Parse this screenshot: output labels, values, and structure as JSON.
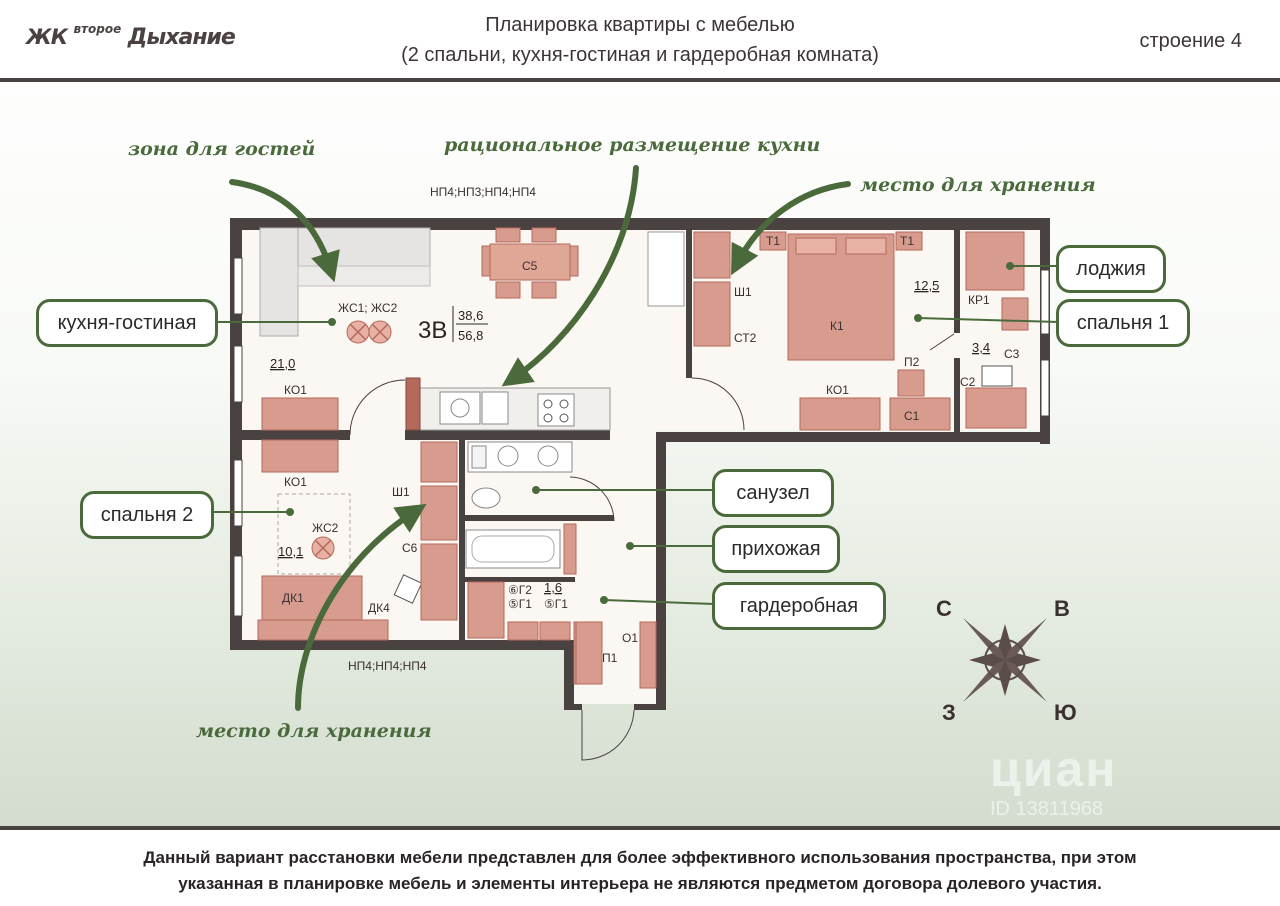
{
  "header": {
    "logo": {
      "part1": "ЖК",
      "part2": "второе",
      "part3": "Дыхание"
    },
    "title_line1": "Планировка квартиры с мебелью",
    "title_line2": "(2 спальни, кухня-гостиная и гардеробная комната)",
    "building": "строение 4"
  },
  "plan": {
    "type": "3В",
    "area_living": "38,6",
    "area_total": "56,8",
    "rooms": {
      "living": "21,0",
      "bedroom1": "12,5",
      "bedroom2": "10,1",
      "loggia": "3,4",
      "wardrobe": "1,6"
    },
    "tags": {
      "np_top": "НП4;НП3;НП4;НП4",
      "np_bottom": "НП4;НП4;НП4",
      "zhs1": "ЖС1; ЖС2",
      "zhs2": "ЖС2",
      "c5": "С5",
      "ko1a": "КО1",
      "ko1b": "КО1",
      "ko1c": "КО1",
      "dk1": "ДК1",
      "dk4": "ДК4",
      "sh1a": "Ш1",
      "sh1b": "Ш1",
      "c6": "С6",
      "st2": "СТ2",
      "t1a": "Т1",
      "t1b": "Т1",
      "k1": "К1",
      "p2": "П2",
      "c1": "С1",
      "kp1": "КР1",
      "c3": "С3",
      "c2": "С2",
      "p1": "П1",
      "o1": "О1",
      "g2": "⑥Г2",
      "g1a": "⑤Г1",
      "g1b": "⑤Г1"
    }
  },
  "labels": {
    "kitchen_living": "кухня-гостиная",
    "bedroom2": "спальня 2",
    "loggia": "лоджия",
    "bedroom1": "спальня 1",
    "bathroom": "санузел",
    "hallway": "прихожая",
    "wardrobe": "гардеробная"
  },
  "captions": {
    "guest_zone": "зона для гостей",
    "kitchen": "рациональное размещение кухни",
    "storage_top": "место для хранения",
    "storage_bottom": "место для хранения"
  },
  "compass": {
    "n": "С",
    "e": "В",
    "w": "З",
    "s": "Ю"
  },
  "watermark": {
    "brand": "циан",
    "id": "ID 13811968"
  },
  "footer": {
    "line1": "Данный вариант расстановки мебели представлен для более эффективного использования пространства, при этом",
    "line2": "указанная в планировке мебель и элементы интерьера не являются предметом договора долевого участия."
  },
  "colors": {
    "wall": "#4a4141",
    "furniture": "#d89c8e",
    "furniture_dark": "#b5695a",
    "accent_green": "#4a6a3c",
    "floor": "#fbf7f2"
  }
}
